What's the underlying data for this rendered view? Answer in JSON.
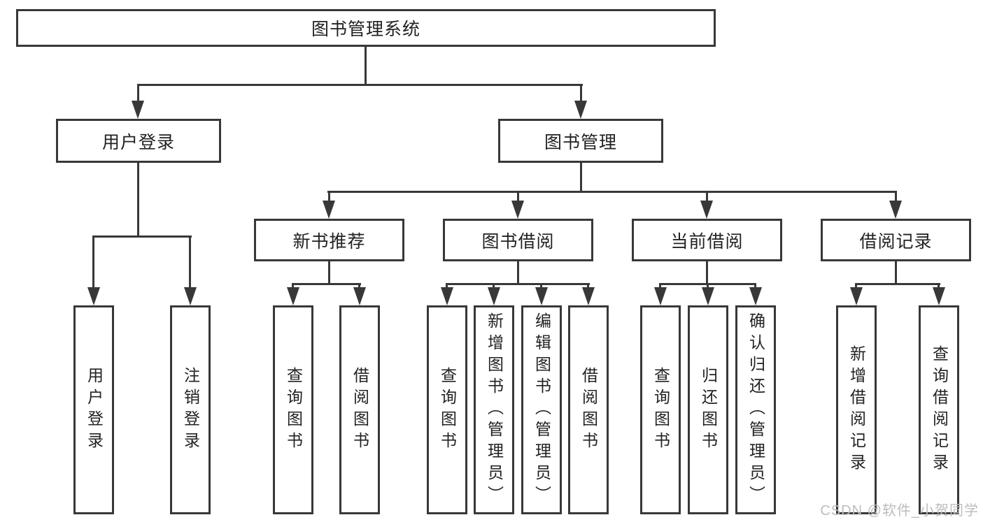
{
  "tree": {
    "root": {
      "label": "图书管理系统",
      "children": [
        {
          "label": "用户登录",
          "children": [
            {
              "label": "用户登录"
            },
            {
              "label": "注销登录"
            }
          ]
        },
        {
          "label": "图书管理",
          "children": [
            {
              "label": "新书推荐",
              "children": [
                {
                  "label": "查询图书"
                },
                {
                  "label": "借阅图书"
                }
              ]
            },
            {
              "label": "图书借阅",
              "children": [
                {
                  "label": "查询图书"
                },
                {
                  "label": "新增图书（管理员）"
                },
                {
                  "label": "编辑图书（管理员）"
                },
                {
                  "label": "借阅图书"
                }
              ]
            },
            {
              "label": "当前借阅",
              "children": [
                {
                  "label": "查询图书"
                },
                {
                  "label": "归还图书"
                },
                {
                  "label": "确认归还（管理员）"
                }
              ]
            },
            {
              "label": "借阅记录",
              "children": [
                {
                  "label": "新增借阅记录"
                },
                {
                  "label": "查询借阅记录"
                }
              ]
            }
          ]
        }
      ]
    }
  },
  "watermark": {
    "text": "CSDN @软件_小贺同学"
  },
  "icons": {
    "connector_arrow": "triangle-down"
  },
  "colors": {
    "line": "#383838",
    "box_border": "#383838",
    "box_fill": "#ffffff",
    "text": "#222222",
    "watermark": "#bcbcbc",
    "background": "#ffffff"
  }
}
